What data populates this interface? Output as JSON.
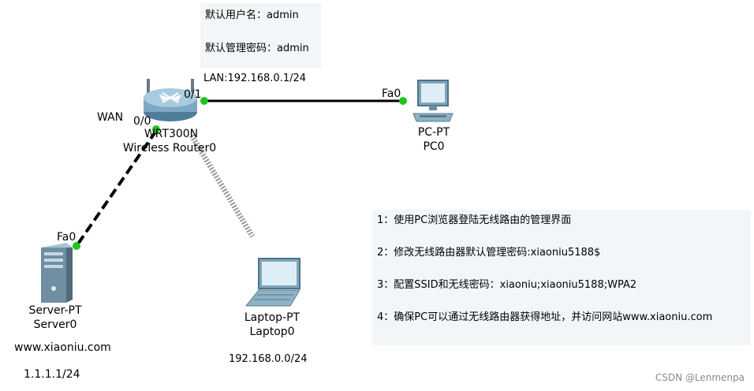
{
  "credentials": {
    "username_line": "默认用户名：admin",
    "password_line": "默认管理密码：admin"
  },
  "router": {
    "model": "WRT300N",
    "name": "Wireless Router0",
    "lan_label": "LAN:192.168.0.1/24",
    "wan_label": "WAN",
    "port_lan": "0/1",
    "port_wan": "0/0"
  },
  "pc": {
    "model": "PC-PT",
    "name": "PC0",
    "port": "Fa0"
  },
  "server": {
    "model": "Server-PT",
    "name": "Server0",
    "port": "Fa0",
    "domain": "www.xiaoniu.com",
    "ip": "1.1.1.1/24"
  },
  "laptop": {
    "model": "Laptop-PT",
    "name": "Laptop0",
    "network": "192.168.0.0/24"
  },
  "tasks": [
    "1：使用PC浏览器登陆无线路由的管理界面",
    "2：修改无线路由器默认管理密码:xiaoniu5188$",
    "3：配置SSID和无线密码：xiaoniu;xiaoniu5188;WPA2",
    "4：确保PC可以通过无线路由器获得地址，并访问网站www.xiaoniu.com"
  ],
  "watermark": "CSDN @Lenmenpa",
  "colors": {
    "link": "#000000",
    "port_up": "#1ec41e",
    "note_bg": "#f3f6f8"
  }
}
